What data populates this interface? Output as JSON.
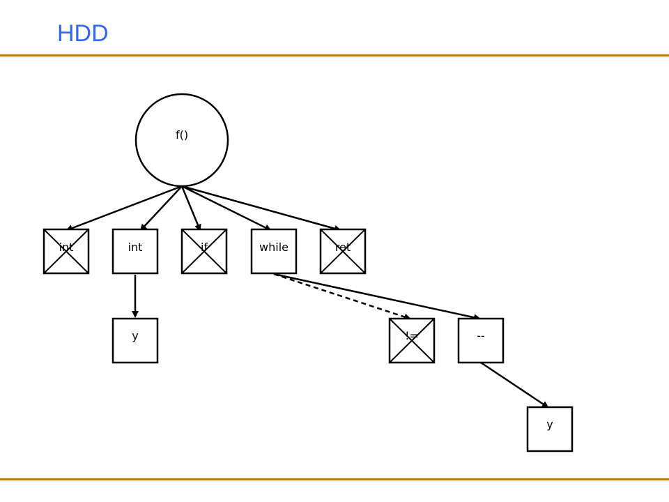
{
  "slide": {
    "title": "HDD"
  },
  "colors": {
    "title": "#3366ff",
    "rule": "#c8751e",
    "stroke": "#000000"
  },
  "tree": {
    "root": {
      "label": "f()"
    },
    "children": [
      {
        "label": "int",
        "removed": true
      },
      {
        "label": "int",
        "removed": false
      },
      {
        "label": "if",
        "removed": true
      },
      {
        "label": "while",
        "removed": false
      },
      {
        "label": "ret",
        "removed": true
      }
    ],
    "int_child": {
      "label": "y"
    },
    "while_children": [
      {
        "label": "!=",
        "removed": true,
        "edge": "dashed"
      },
      {
        "label": "--",
        "removed": false,
        "edge": "solid"
      }
    ],
    "decrement_child": {
      "label": "y"
    }
  }
}
